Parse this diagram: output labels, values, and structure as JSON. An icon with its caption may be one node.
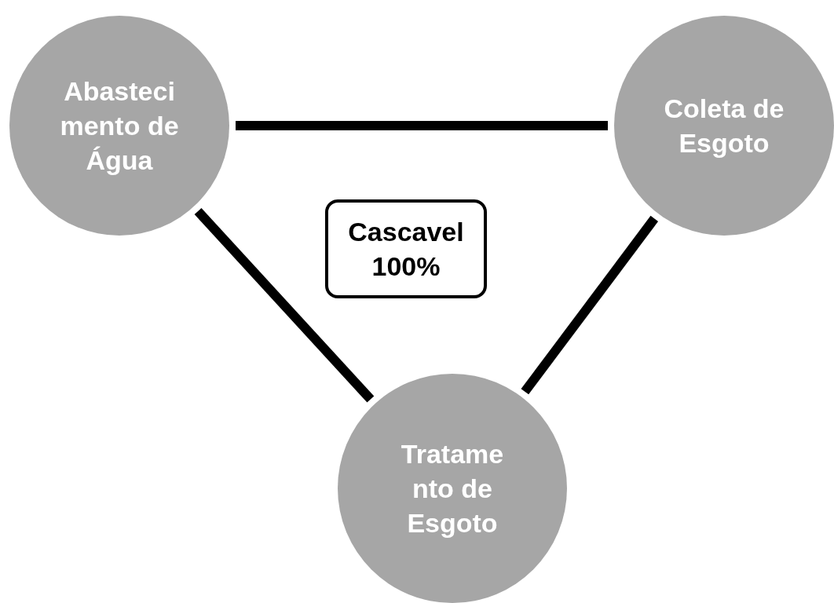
{
  "diagram": {
    "nodes": [
      {
        "text": [
          "Abasteci mento de Água"
        ]
      },
      {
        "text": [
          "Coleta de Esgoto"
        ]
      },
      {
        "text": [
          "Cascavel 100%"
        ]
      },
      {
        "text": [
          "Tratame nto de Esgoto"
        ]
      }
    ],
    "edges": [
      {
        "from": 0,
        "to": 1,
        "arrow": "none"
      },
      {
        "from": 0,
        "to": 3,
        "arrow": "none"
      },
      {
        "from": 1,
        "to": 3,
        "arrow": "none"
      }
    ]
  }
}
